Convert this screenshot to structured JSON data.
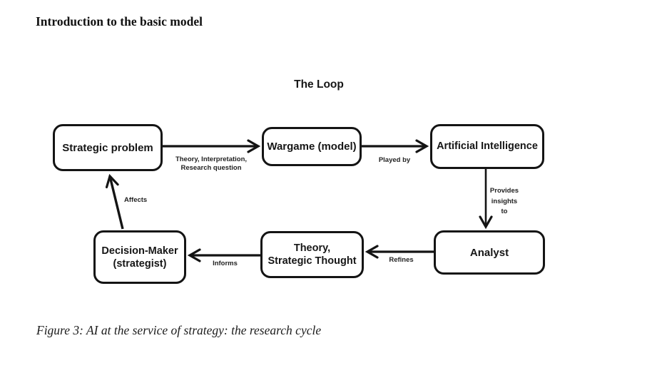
{
  "page": {
    "heading": "Introduction to the basic model",
    "figure_caption": "Figure 3: AI at the service of strategy: the research cycle"
  },
  "diagram": {
    "title": "The Loop",
    "colors": {
      "stroke": "#141414",
      "text": "#1b1b1b",
      "background": "#ffffff"
    },
    "nodes": {
      "strategic_problem": {
        "label": "Strategic problem"
      },
      "wargame": {
        "label": "Wargame (model)"
      },
      "artificial_intelligence": {
        "label": "Artificial Intelligence"
      },
      "analyst": {
        "label": "Analyst"
      },
      "theory_strategic_thought": {
        "lines": [
          "Theory,",
          "Strategic Thought"
        ]
      },
      "decision_maker": {
        "lines": [
          "Decision-Maker",
          "(strategist)"
        ]
      }
    },
    "edges": [
      {
        "from": "Strategic problem",
        "to": "Wargame (model)",
        "label_lines": [
          "Theory, Interpretation,",
          "Research question"
        ]
      },
      {
        "from": "Wargame (model)",
        "to": "Artificial Intelligence",
        "label": "Played by"
      },
      {
        "from": "Artificial Intelligence",
        "to": "Analyst",
        "label_lines": [
          "Provides",
          "insights",
          "to"
        ]
      },
      {
        "from": "Analyst",
        "to": "Theory, Strategic Thought",
        "label": "Refines"
      },
      {
        "from": "Theory, Strategic Thought",
        "to": "Decision-Maker (strategist)",
        "label": "Informs"
      },
      {
        "from": "Decision-Maker (strategist)",
        "to": "Strategic problem",
        "label": "Affects"
      }
    ]
  }
}
